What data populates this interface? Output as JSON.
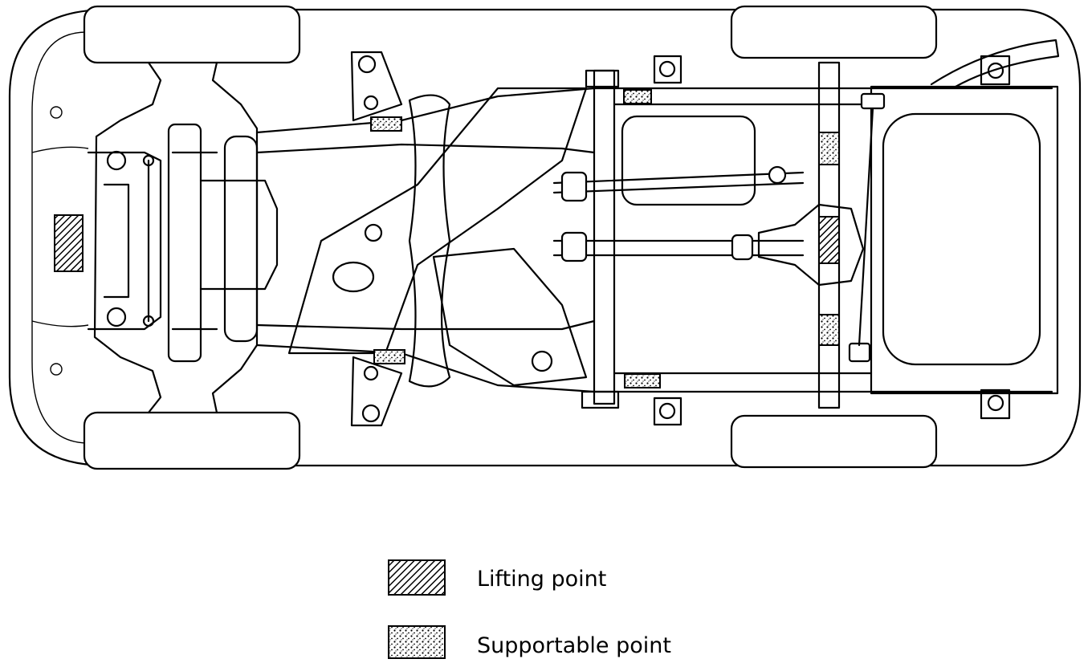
{
  "legend": {
    "items": [
      {
        "label": "Lifting point",
        "symbol": "hatched-pattern"
      },
      {
        "label": "Supportable point",
        "symbol": "dotted-pattern"
      }
    ]
  },
  "colors": {
    "line": "#000000",
    "background": "#ffffff"
  }
}
